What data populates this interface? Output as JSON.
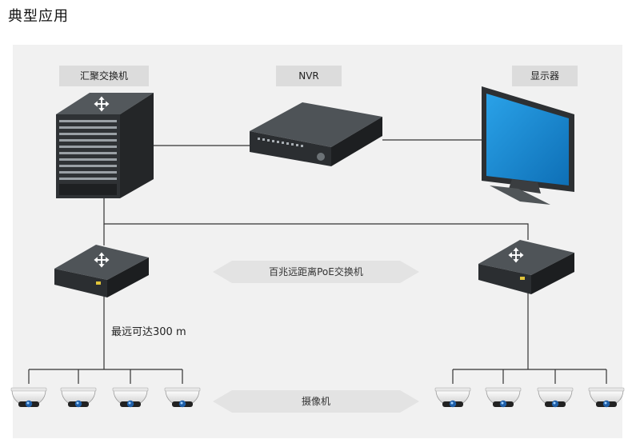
{
  "title": "典型应用",
  "labels": {
    "aggregation_switch": "汇聚交换机",
    "nvr": "NVR",
    "display": "显示器"
  },
  "arrows": {
    "poe_switch": "百兆远距离PoE交换机",
    "camera": "摄像机"
  },
  "distance_note": "最远可达300 m",
  "icons": [
    "switch-rack-icon",
    "nvr-recorder-icon",
    "monitor-icon",
    "poe-switch-icon",
    "dome-camera-icon"
  ],
  "colors": {
    "background_panel": "#f1f1f1",
    "label_box": "#dcdcdc",
    "device_dark": "#2f3133",
    "screen_blue": "#1d8fd6",
    "line": "#333333"
  }
}
